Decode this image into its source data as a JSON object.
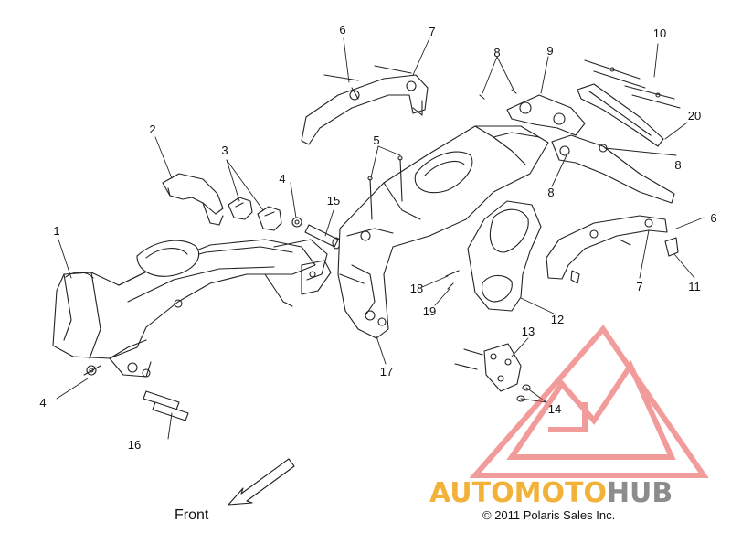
{
  "diagram": {
    "callouts": [
      "1",
      "2",
      "3",
      "4",
      "4",
      "5",
      "6",
      "6",
      "7",
      "7",
      "8",
      "8",
      "8",
      "9",
      "10",
      "11",
      "12",
      "13",
      "14",
      "15",
      "16",
      "17",
      "18",
      "19",
      "20"
    ],
    "front_label": "Front",
    "copyright": "© 2011 Polaris Sales Inc.",
    "watermark": {
      "part1": "AUTOMOTO",
      "part2": "HUB",
      "color_accent": "#f2b23a",
      "color_gray": "#8c8c8c",
      "triangle_color": "#e84a4a"
    }
  }
}
